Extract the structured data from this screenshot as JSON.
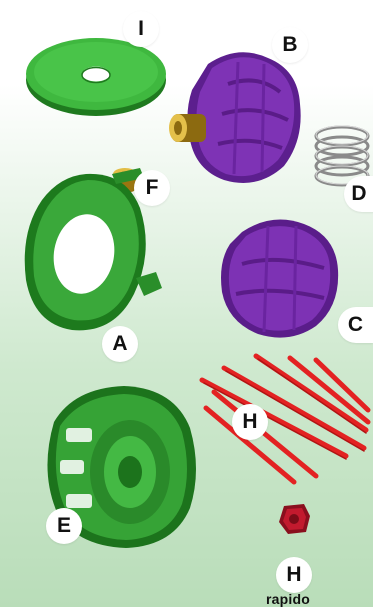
{
  "colors": {
    "green": "#2e9e2e",
    "green_dark": "#1f7a1f",
    "green_light": "#46c246",
    "purple": "#7a2fb0",
    "purple_dark": "#4f1a7a",
    "gold": "#c9a02a",
    "red": "#e02020",
    "spring": "#9a9a9a"
  },
  "parts": [
    {
      "label": "I",
      "icon": "green-disc-washer-icon"
    },
    {
      "label": "B",
      "icon": "purple-spool-with-brass-eyelet-icon"
    },
    {
      "label": "D",
      "icon": "coil-spring-icon"
    },
    {
      "label": "F",
      "icon": "brass-eyelet-icon"
    },
    {
      "label": "C",
      "icon": "purple-spool-icon"
    },
    {
      "label": "A",
      "icon": "green-cover-ring-icon"
    },
    {
      "label": "H",
      "icon": "red-line-blades-icon"
    },
    {
      "label": "E",
      "icon": "green-head-housing-icon"
    },
    {
      "label": "H",
      "icon": "red-rapido-knob-icon",
      "caption": "rapido"
    }
  ]
}
